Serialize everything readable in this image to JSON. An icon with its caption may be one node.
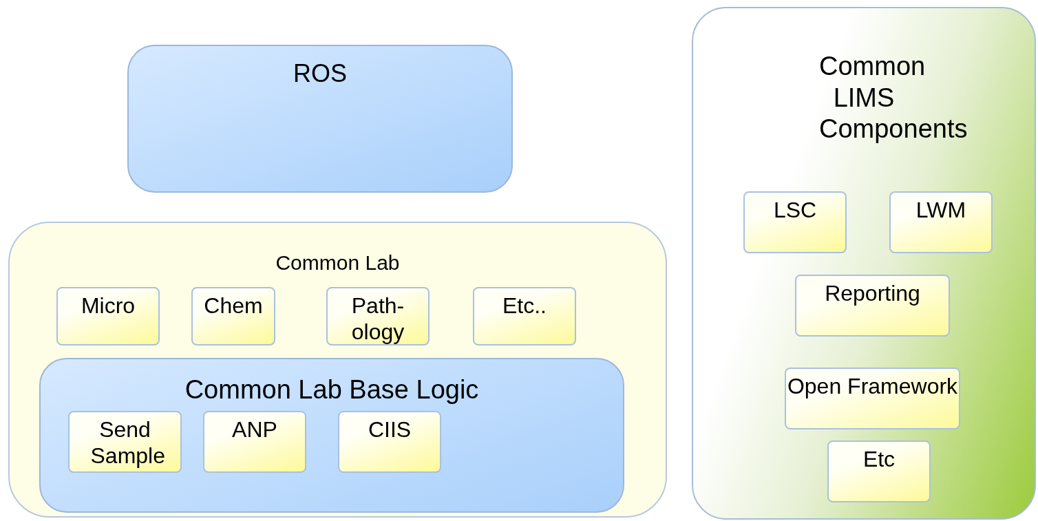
{
  "diagram": {
    "nodes": [
      {
        "text": [
          "ROS"
        ]
      },
      {
        "text": [
          "Common Lab"
        ]
      },
      {
        "text": [
          "Micro"
        ],
        "in": 1
      },
      {
        "text": [
          "Chem"
        ],
        "in": 1
      },
      {
        "text": [
          "Path- ology"
        ],
        "in": 1
      },
      {
        "text": [
          "Etc.."
        ],
        "in": 1
      },
      {
        "text": [
          "Common Lab Base Logic"
        ],
        "in": 1
      },
      {
        "text": [
          "Send Sample"
        ],
        "in": 6
      },
      {
        "text": [
          "ANP"
        ],
        "in": 6
      },
      {
        "text": [
          "CIIS"
        ],
        "in": 6
      },
      {
        "text": [
          "Common LIMS Components"
        ]
      },
      {
        "text": [
          "LSC"
        ],
        "in": 10
      },
      {
        "text": [
          "LWM"
        ],
        "in": 10
      },
      {
        "text": [
          "Reporting"
        ],
        "in": 10
      },
      {
        "text": [
          "Open Framework"
        ],
        "in": 10
      },
      {
        "text": [
          "Etc"
        ],
        "in": 10
      }
    ],
    "edges": []
  }
}
